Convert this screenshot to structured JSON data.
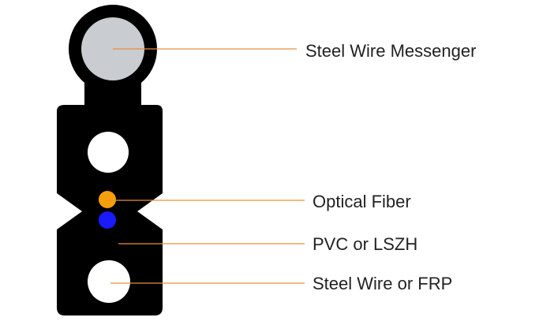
{
  "labels": {
    "messenger": "Steel Wire Messenger",
    "optical_fiber": "Optical Fiber",
    "sheath": "PVC or LSZH",
    "strength_member": "Steel Wire or FRP"
  },
  "colors": {
    "sheath": "#000000",
    "steel_messenger": "#c9ccd1",
    "strength_member": "#ffffff",
    "fiber_primary": "#f5a00a",
    "fiber_secondary": "#1a1aff",
    "leader_line": "#e8913a",
    "text": "#222222"
  }
}
